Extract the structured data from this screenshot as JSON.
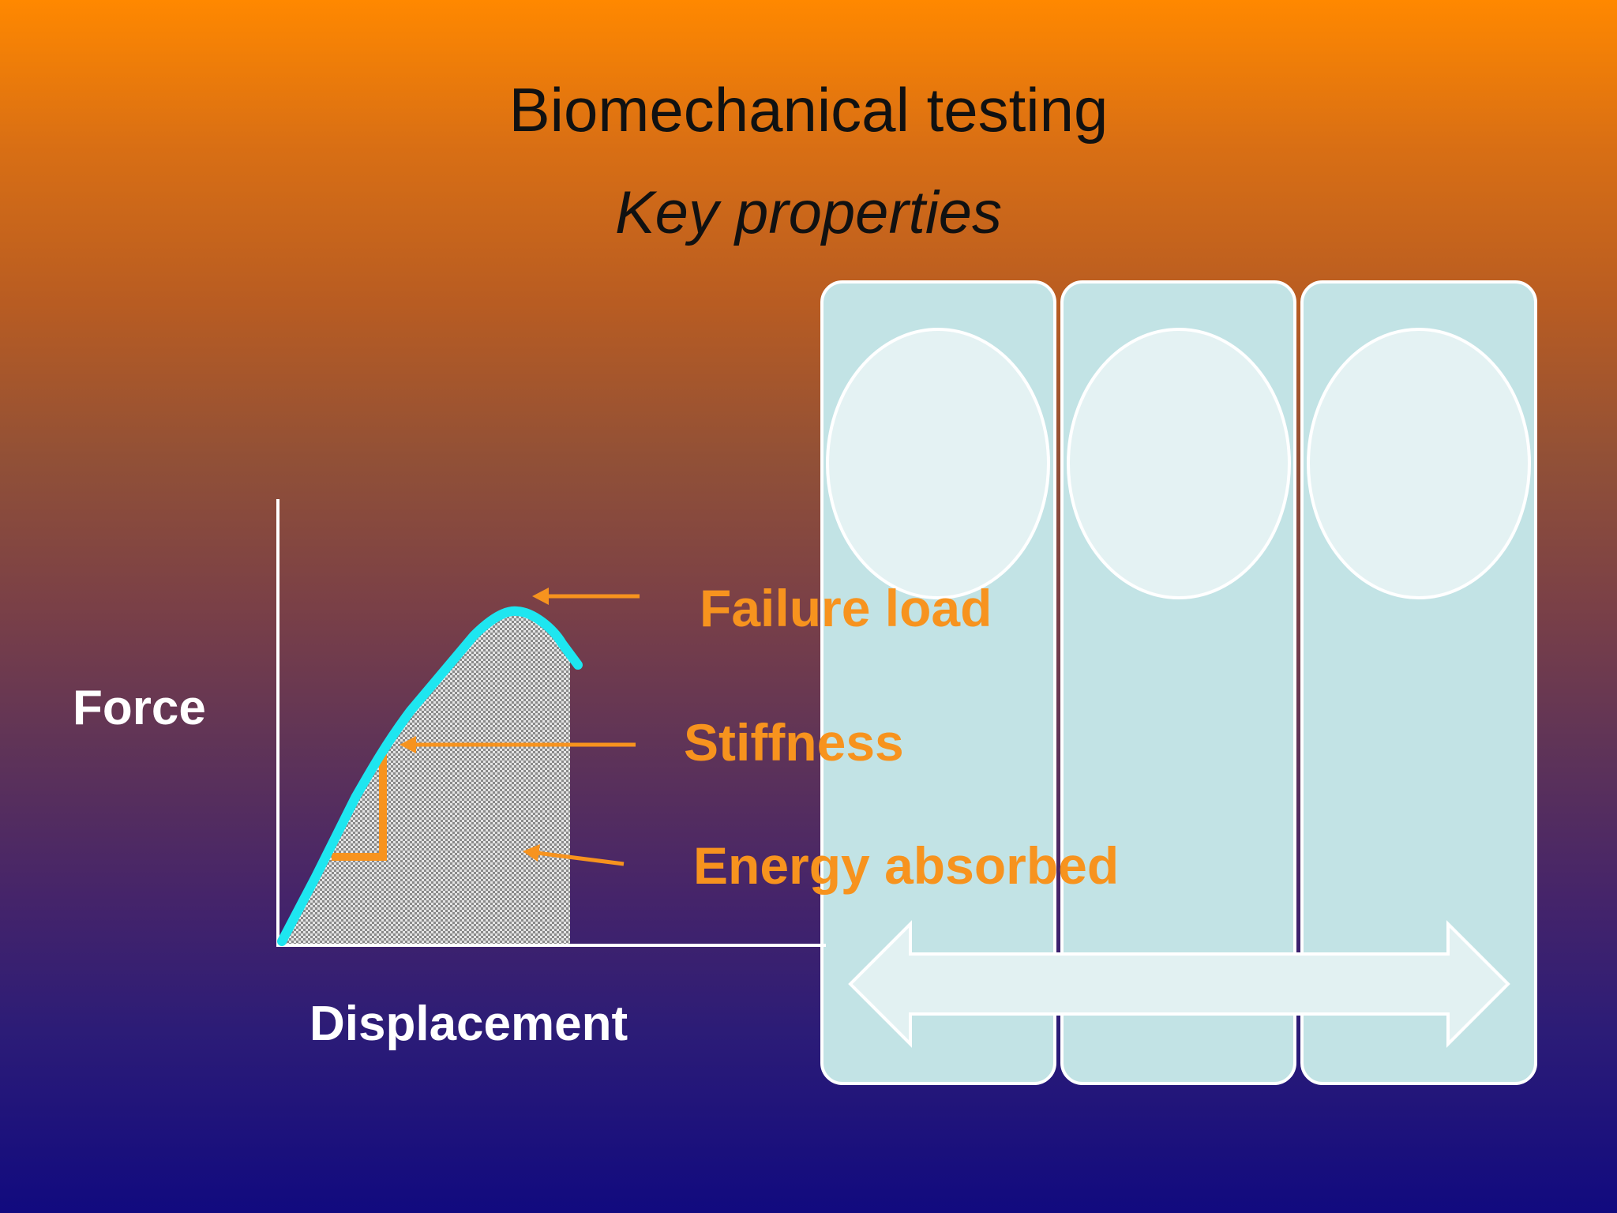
{
  "slide": {
    "title": "Biomechanical testing",
    "subtitle": "Key properties"
  },
  "diagram": {
    "y_axis_label": "Force",
    "x_axis_label": "Displacement",
    "callouts": [
      {
        "id": "failure",
        "label": "Failure load"
      },
      {
        "id": "stiffness",
        "label": "Stiffness"
      },
      {
        "id": "energy",
        "label": "Energy absorbed"
      }
    ],
    "colors": {
      "curve": "#1ee6f0",
      "callout": "#f7931e",
      "panel": "#c2e3e5",
      "panel_border": "#ffffff"
    }
  }
}
